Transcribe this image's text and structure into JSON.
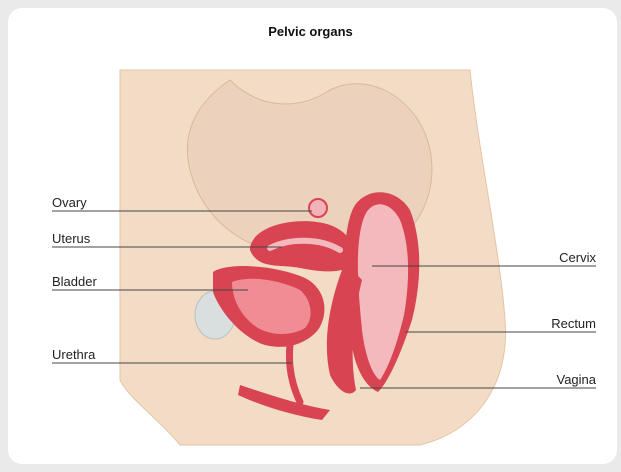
{
  "title": "Pelvic organs",
  "labels": {
    "ovary": "Ovary",
    "uterus": "Uterus",
    "bladder": "Bladder",
    "urethra": "Urethra",
    "cervix": "Cervix",
    "rectum": "Rectum",
    "vagina": "Vagina"
  },
  "colors": {
    "background": "#eaeaea",
    "card": "#ffffff",
    "skin": "#f3dcc6",
    "organ_outer": "#d94452",
    "organ_inner": "#f4b9bd",
    "leader_line": "#444444"
  }
}
